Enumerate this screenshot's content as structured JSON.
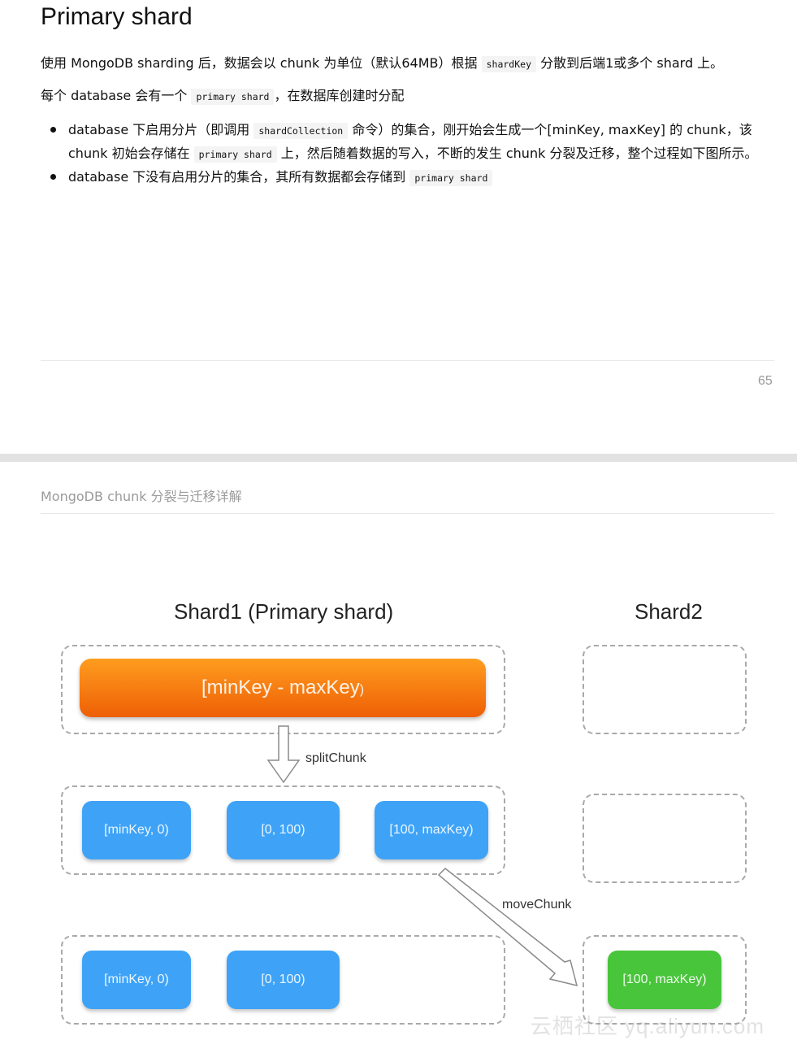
{
  "page1": {
    "title": "Primary shard",
    "para1": {
      "before": "使用 MongoDB sharding 后，数据会以 chunk 为单位（默认64MB）根据",
      "code": "shardKey",
      "after": "分散到后端1或多个 shard 上。"
    },
    "para2": {
      "before": "每个 database 会有一个",
      "code": "primary shard",
      "after": "，在数据库创建时分配"
    },
    "bullets": [
      {
        "t1": "database 下启用分片（即调用",
        "c1": "shardCollection",
        "t2": "命令）的集合，刚开始会生成一个[minKey, maxKey] 的 chunk，该 chunk 初始会存储在",
        "c2": "primary shard",
        "t3": "上，然后随着数据的写入，不断的发生 chunk 分裂及迁移，整个过程如下图所示。"
      },
      {
        "t1": "database 下没有启用分片的集合，其所有数据都会存储到",
        "c1": "primary shard"
      }
    ],
    "page_number": "65"
  },
  "page2": {
    "header": "MongoDB chunk 分裂与迁移详解",
    "diagram": {
      "shard1_title": "Shard1 (Primary shard)",
      "shard2_title": "Shard2",
      "initial_chunk": "[minKey - maxKey",
      "initial_chunk_close": ")",
      "split_label": "splitChunk",
      "move_label": "moveChunk",
      "split_chunks": [
        "[minKey, 0)",
        "[0, 100)",
        "[100, maxKey)"
      ],
      "remaining_chunks": [
        "[minKey, 0)",
        "[0, 100)"
      ],
      "moved_chunk": "[100, maxKey)",
      "colors": {
        "orange": "#f57c0c",
        "blue": "#3ea3f7",
        "green": "#48c53b"
      }
    },
    "watermark": "云栖社区 yq.aliyun.com"
  }
}
